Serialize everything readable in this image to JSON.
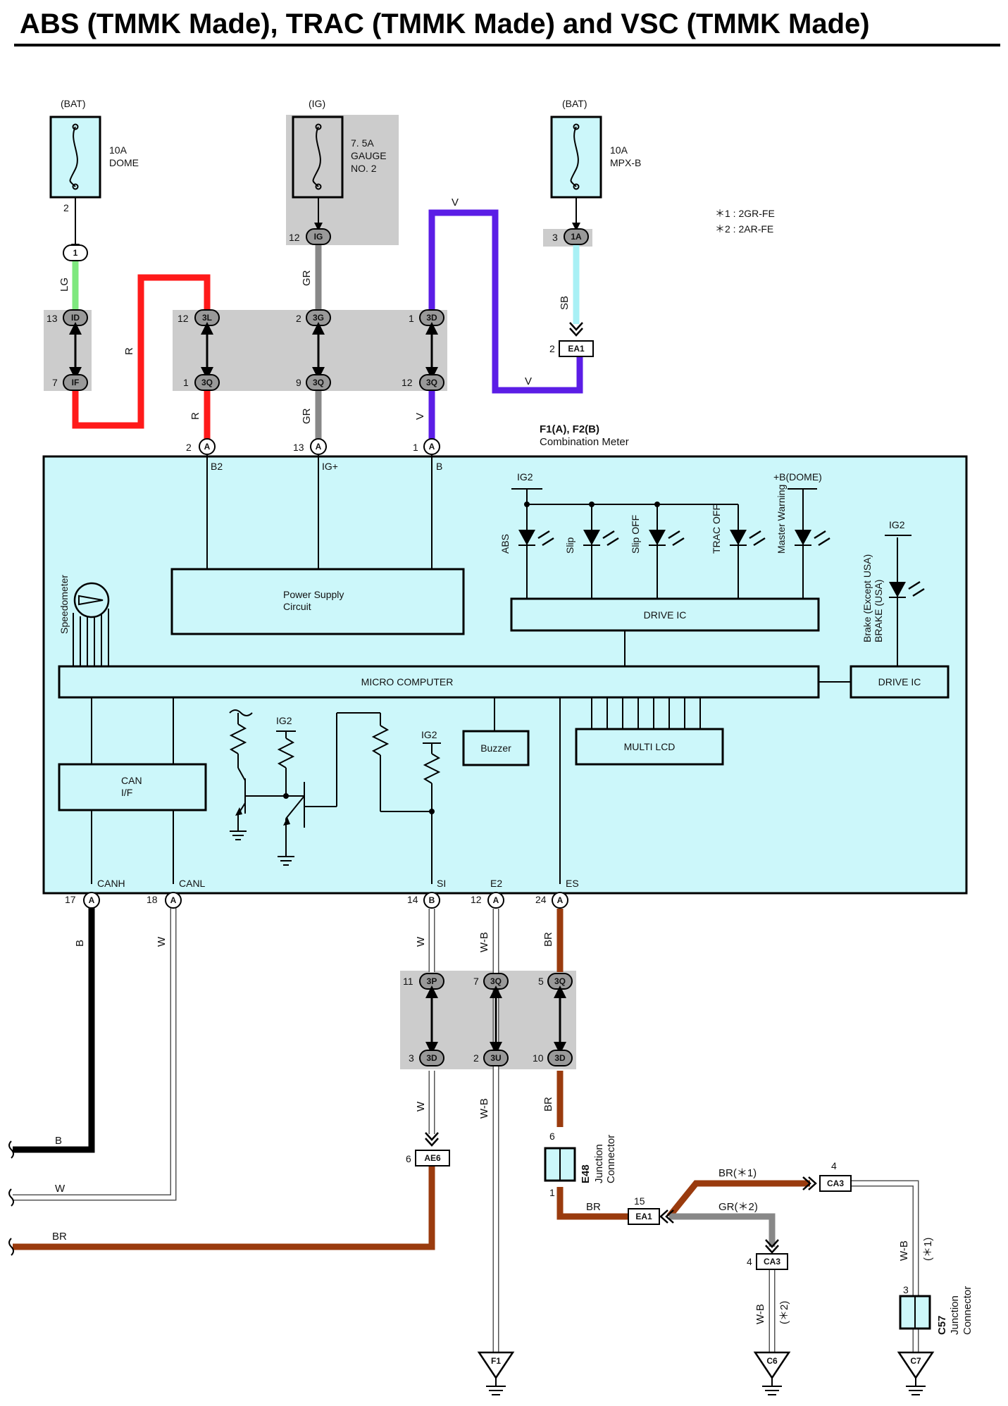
{
  "title": "ABS (TMMK Made), TRAC (TMMK Made) and VSC (TMMK Made)",
  "colors": {
    "LG": "#7ee87e",
    "R": "#ff1a1a",
    "GR": "#888888",
    "V": "#5b1de6",
    "SB": "#a8f0f5",
    "B": "#000000",
    "W": "#ffffff",
    "BR": "#9a3b0e",
    "W-B": "#ffffff",
    "component_fill": "#ccf7fa",
    "junction_block": "#cccccc"
  },
  "fuses": {
    "dome": {
      "source": "(BAT)",
      "rating": "10A",
      "name": "DOME",
      "pin": "2",
      "connector": "1"
    },
    "gauge": {
      "source": "(IG)",
      "rating": "7. 5A",
      "name": "GAUGE",
      "name2": "NO. 2",
      "pin": "12",
      "connector": "IG"
    },
    "mpx": {
      "source": "(BAT)",
      "rating": "10A",
      "name": "MPX-B",
      "pin": "3",
      "connector": "1A"
    }
  },
  "notes": [
    "＊1 : 2GR-FE",
    "＊2 : 2AR-FE"
  ],
  "junction_upper": {
    "c1": {
      "top_pin": "13",
      "top": "ID",
      "bot_pin": "7",
      "bot": "IF"
    },
    "c2": {
      "top_pin": "12",
      "top": "3L",
      "bot_pin": "1",
      "bot": "3Q"
    },
    "c3": {
      "top_pin": "2",
      "top": "3G",
      "bot_pin": "9",
      "bot": "3Q"
    },
    "c4": {
      "top_pin": "1",
      "top": "3D",
      "bot_pin": "12",
      "bot": "3Q"
    }
  },
  "ea1_top": {
    "pin": "2",
    "name": "EA1"
  },
  "wire_labels": {
    "lg": "LG",
    "r": "R",
    "gr": "GR",
    "v": "V",
    "sb": "SB",
    "b": "B",
    "w": "W",
    "br": "BR",
    "wb": "W-B",
    "br_star1": "BR(＊1)",
    "gr_star2": "GR(＊2)",
    "wb_star1": "(＊1)",
    "wb_star2": "(＊2)"
  },
  "meter": {
    "id": "F1(A), F2(B)",
    "name": "Combination Meter",
    "top_pins": [
      {
        "pin": "2",
        "conn": "A",
        "term": "B2"
      },
      {
        "pin": "13",
        "conn": "A",
        "term": "IG+"
      },
      {
        "pin": "1",
        "conn": "A",
        "term": "B"
      }
    ],
    "bottom_pins": [
      {
        "pin": "17",
        "conn": "A",
        "term": "CANH"
      },
      {
        "pin": "18",
        "conn": "A",
        "term": "CANL"
      },
      {
        "pin": "14",
        "conn": "B",
        "term": "SI"
      },
      {
        "pin": "12",
        "conn": "A",
        "term": "E2"
      },
      {
        "pin": "24",
        "conn": "A",
        "term": "ES"
      }
    ],
    "ig2": "IG2",
    "dome": "+B(DOME)",
    "leds": [
      "ABS",
      "Slip",
      "Slip OFF",
      "TRAC OFF",
      "Master Warning"
    ],
    "brake_led": [
      "Brake (Except USA)",
      "BRAKE (USA)"
    ],
    "speedometer": "Speedometer",
    "power_supply": [
      "Power Supply",
      "Circuit"
    ],
    "drive_ic": "DRIVE IC",
    "micro": "MICRO COMPUTER",
    "buzzer": "Buzzer",
    "lcd": "MULTI LCD",
    "can": [
      "CAN",
      "I/F"
    ]
  },
  "junction_lower": {
    "c1": {
      "top_pin": "11",
      "top": "3P",
      "bot_pin": "3",
      "bot": "3D"
    },
    "c2": {
      "top_pin": "7",
      "top": "3Q",
      "bot_pin": "2",
      "bot": "3U"
    },
    "c3": {
      "top_pin": "5",
      "top": "3Q",
      "bot_pin": "10",
      "bot": "3D"
    }
  },
  "ae6": {
    "pin": "6",
    "name": "AE6"
  },
  "e48": {
    "id": "E48",
    "name": [
      "Junction",
      "Connector"
    ],
    "pin_top": "6",
    "pin_bot": "1"
  },
  "ea1_bottom": {
    "pin": "15",
    "name": "EA1"
  },
  "ca3_top": {
    "pin": "4",
    "name": "CA3"
  },
  "ca3_bottom": {
    "pin": "4",
    "name": "CA3"
  },
  "c57": {
    "id": "C57",
    "name": [
      "Junction",
      "Connector"
    ],
    "pin": "3"
  },
  "grounds": [
    "F1",
    "C6",
    "C7"
  ]
}
